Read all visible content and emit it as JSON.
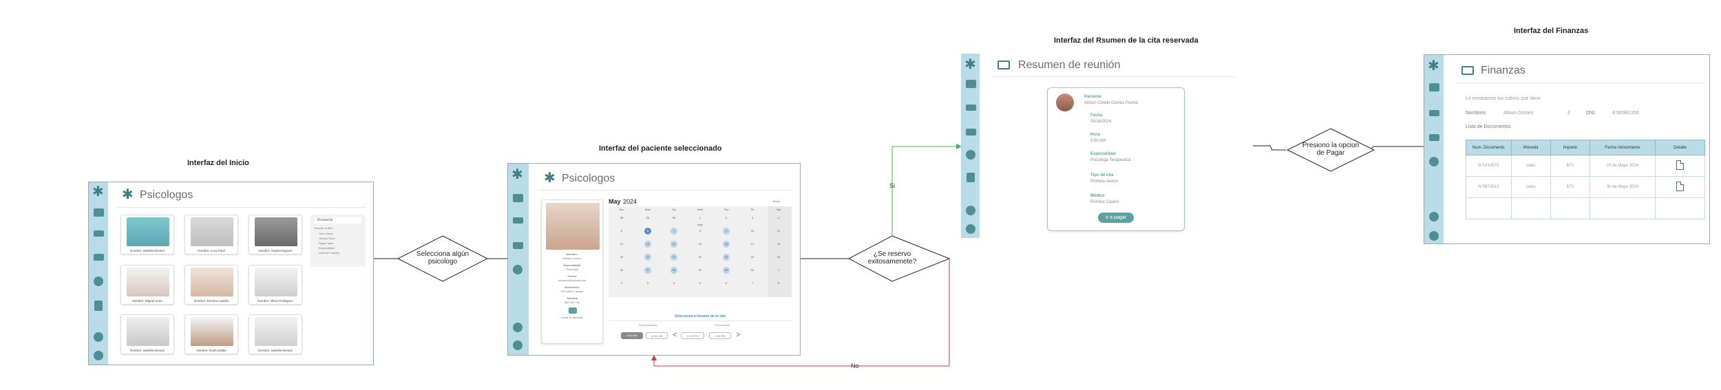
{
  "colors": {
    "sidebar": "#b8dde9",
    "accent": "#3d7f84",
    "yes_arrow": "#4caf50",
    "no_arrow": "#d9363e",
    "button": "#5aa3a0"
  },
  "titles": {
    "inicio": "Interfaz del Inicio",
    "paciente": "Interfaz del paciente seleccionado",
    "resumen": "Interfaz del Rsumen de la cita reservada",
    "finanzas": "Interfaz del Finanzas"
  },
  "decisions": {
    "select": "Selecciona algún psicologo",
    "reserved_1": "¿Se reservo",
    "reserved_2": "exitosamenete?",
    "pay_1": "Presiono la opcion",
    "pay_2": "de Pagar",
    "yes": "Si",
    "no": "No"
  },
  "inicio": {
    "app_title": "Psicologos",
    "cards": [
      {
        "name": "Nombre: Isabella Montoz"
      },
      {
        "name": "Nombre: Luca Pinel"
      },
      {
        "name": "Nombre: Sophia Nguyen"
      },
      {
        "name": "Nombre: Miguel Sosa"
      },
      {
        "name": "Nombre: Romina Castillo"
      },
      {
        "name": "Nombre: Olivia Rodriguez"
      },
      {
        "name": "Nombre: Isabella Montoz"
      },
      {
        "name": "Nombre: Noah Dallas"
      },
      {
        "name": "Nombre: Isabella Montoz"
      }
    ],
    "search_label": "Búsqueda",
    "filter_title": "Buscar un filtro",
    "filters": [
      "Todo Nuevo",
      "Terapia Nuev",
      "Seguir tipos",
      "Especialidad",
      "Licencia Colectiv"
    ]
  },
  "paciente": {
    "app_title": "Psicologos",
    "profile": {
      "name_label": "Nombre:",
      "name": "Romina Casero",
      "spec_label": "Especialidad",
      "spec": "Psicologa",
      "mail_label": "Correo",
      "mail": "rclusado@hotmail.com",
      "hours_label": "Honorarios",
      "hours": "370 soles x sesion",
      "phone_label": "Telefono",
      "phone": "984 423 744",
      "chat": "Envia un mensaje"
    },
    "calendar": {
      "month": "May",
      "year": "2024",
      "today": "Today",
      "days": [
        "Sun",
        "Mon",
        "Tue",
        "Wed",
        "Thu",
        "Fri",
        "Sat"
      ],
      "rows": [
        [
          "28",
          "29",
          "30",
          "1 May",
          "2",
          "3",
          "4"
        ],
        [
          "5",
          "6",
          "7",
          "8",
          "9",
          "10",
          "11"
        ],
        [
          "12",
          "13",
          "14",
          "15",
          "16",
          "17",
          "18"
        ],
        [
          "19",
          "20",
          "21",
          "22",
          "23",
          "24",
          "25"
        ],
        [
          "26",
          "27",
          "28",
          "29",
          "30",
          "31",
          "1"
        ],
        [
          "2",
          "3",
          "4",
          "5",
          "6",
          "7",
          "8"
        ]
      ]
    },
    "schedule_title": "Selecciona el horario de tu cita",
    "morning": "Por la mañana",
    "afternoon": "Por la tarde",
    "slots": [
      "8:00 AM",
      "11:00 AM",
      "12:00 PM",
      "1:00 PM"
    ]
  },
  "resumen": {
    "app_title": "Resumen de reunión",
    "patient_label": "Paciente",
    "patient": "Allison Coreto Gomez Puerta",
    "date_label": "Fecha",
    "date": "05/16/2024",
    "time_label": "Hora",
    "time": "9:00 AM",
    "spec_label": "Especialidad",
    "spec": "Psicologa Terapeutica",
    "type_label": "Tipo de cita",
    "type": "Primera sesion",
    "doctor_label": "Médico",
    "doctor": "Romina Casero",
    "pay_button": "Ir a pagar"
  },
  "finanzas": {
    "app_title": "Finanzas",
    "intro": "Le mostramos los cobros que tiene",
    "name_label": "Nombres:",
    "name": "Alison Gomez",
    "j": "J",
    "dni_label": "DNI:",
    "dni": "4785962356",
    "docs_label": "Lista de Documentos",
    "headers": [
      "Num. Documento",
      "Moneda",
      "Importe",
      "Fecha Vencimiento",
      "Detalle"
    ],
    "rows": [
      [
        "N°1414575",
        "soles",
        "$70",
        "23 de Mayo 2024"
      ],
      [
        "N°5874512",
        "soles",
        "$70",
        "30 de Mayo 2024"
      ]
    ]
  }
}
